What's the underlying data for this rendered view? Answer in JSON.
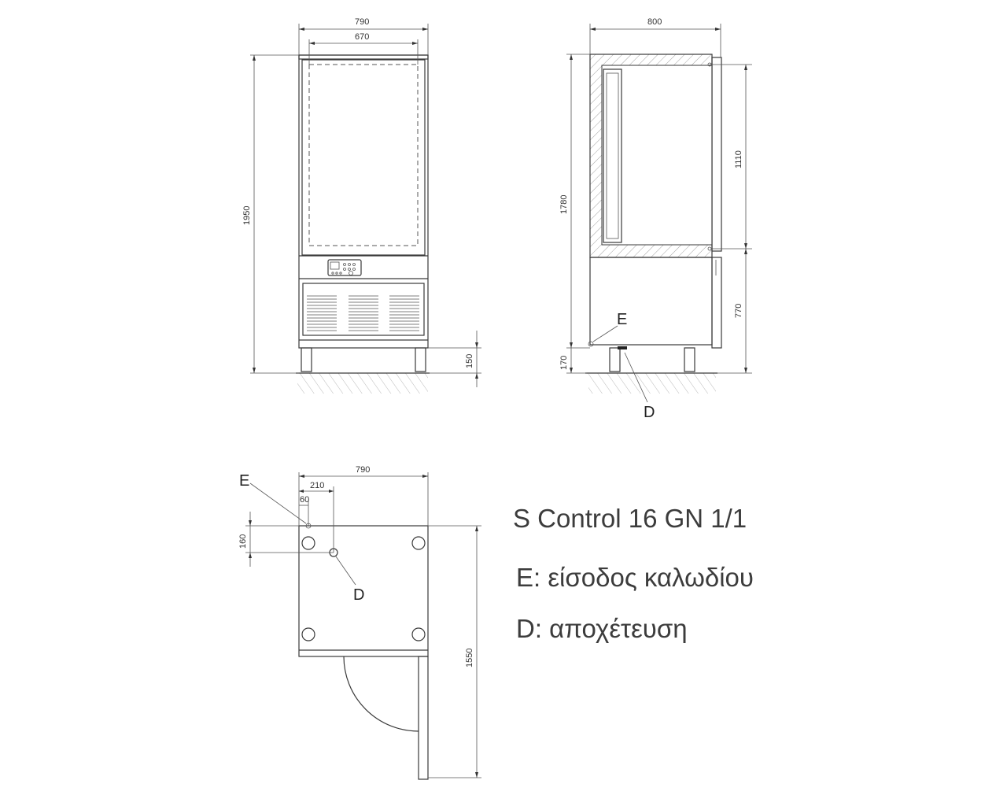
{
  "title": "S Control 16 GN 1/1",
  "legend": {
    "e": "E: είσοδος καλωδίου",
    "d": "D: αποχέτευση"
  },
  "front_view": {
    "width_outer": "790",
    "width_inner": "670",
    "height_total": "1950",
    "leg_height": "150"
  },
  "side_view": {
    "depth": "800",
    "height_body": "1780",
    "door_height": "1110",
    "base_height": "770",
    "inlet_height": "170",
    "label_e": "E",
    "label_d": "D"
  },
  "plan_view": {
    "width": "790",
    "offset_d": "210",
    "offset_e": "60",
    "depth_d": "160",
    "door_swing": "1550",
    "label_e": "E",
    "label_d": "D"
  }
}
